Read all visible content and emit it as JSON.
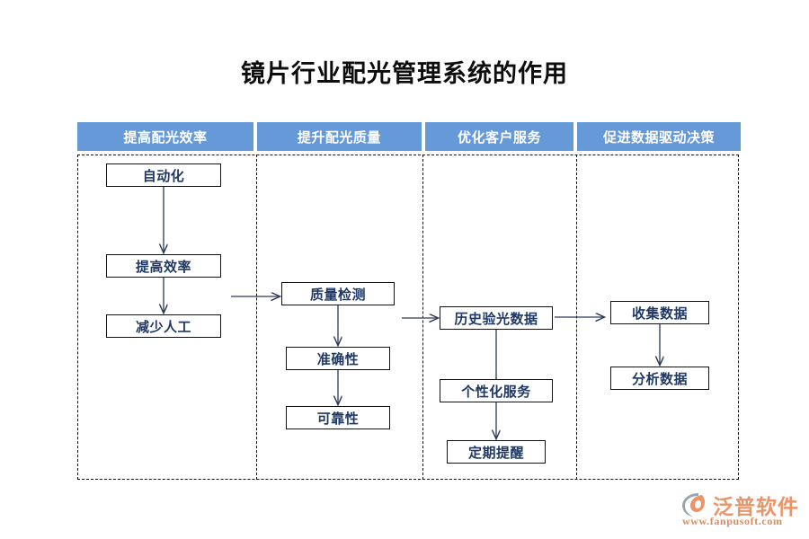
{
  "page": {
    "title": "镜片行业配光管理系统的作用",
    "accent_color": "#6699D8",
    "node_text_color": "#1F3864",
    "line_color": "#111111"
  },
  "columns": [
    {
      "header": "提高配光效率"
    },
    {
      "header": "提升配光质量"
    },
    {
      "header": "优化客户服务"
    },
    {
      "header": "促进数据驱动决策"
    }
  ],
  "nodes": {
    "automation": "自动化",
    "efficiency": "提高效率",
    "less_labor": "减少人工",
    "quality_check": "质量检测",
    "accuracy": "准确性",
    "reliability": "可靠性",
    "history_data": "历史验光数据",
    "personalized": "个性化服务",
    "reminder": "定期提醒",
    "collect_data": "收集数据",
    "analyze_data": "分析数据"
  },
  "brand": {
    "name": "泛普软件",
    "url": "www.fanpusoft.com",
    "mark_arc_color": "#9AA3AE",
    "mark_leaf_color": "#E8956A"
  }
}
